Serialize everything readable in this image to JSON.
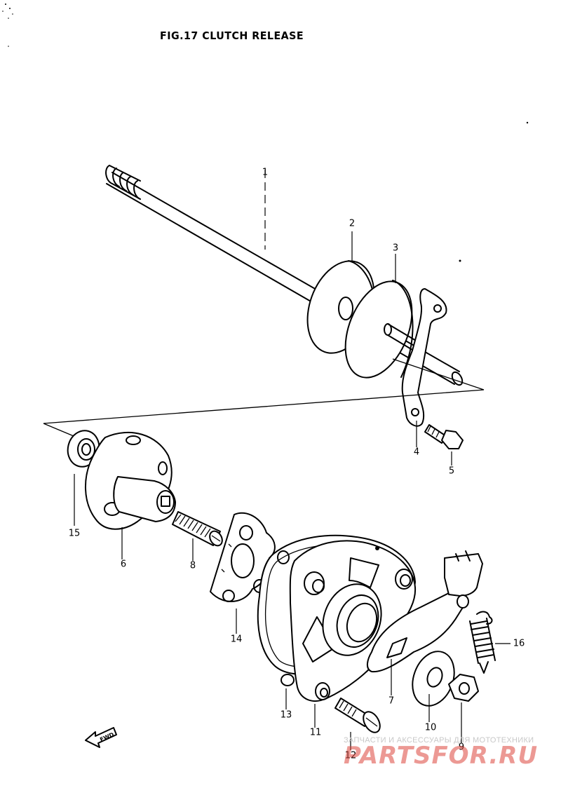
{
  "figure": {
    "title": "FIG.17  CLUTCH RELEASE",
    "direction_badge": "FWD"
  },
  "callouts": {
    "c1": "1",
    "c2": "2",
    "c3": "3",
    "c4": "4",
    "c5": "5",
    "c6": "6",
    "c7": "7",
    "c8": "8",
    "c9": "9",
    "c10": "10",
    "c11": "11",
    "c12": "12",
    "c13": "13",
    "c14": "14",
    "c15": "15",
    "c16": "16"
  },
  "watermark": {
    "tagline": "ЗАПЧАСТИ И АКСЕССУАРЫ ДЛЯ МОТОТЕХНИКИ",
    "logo": "PARTSFOR.RU"
  }
}
